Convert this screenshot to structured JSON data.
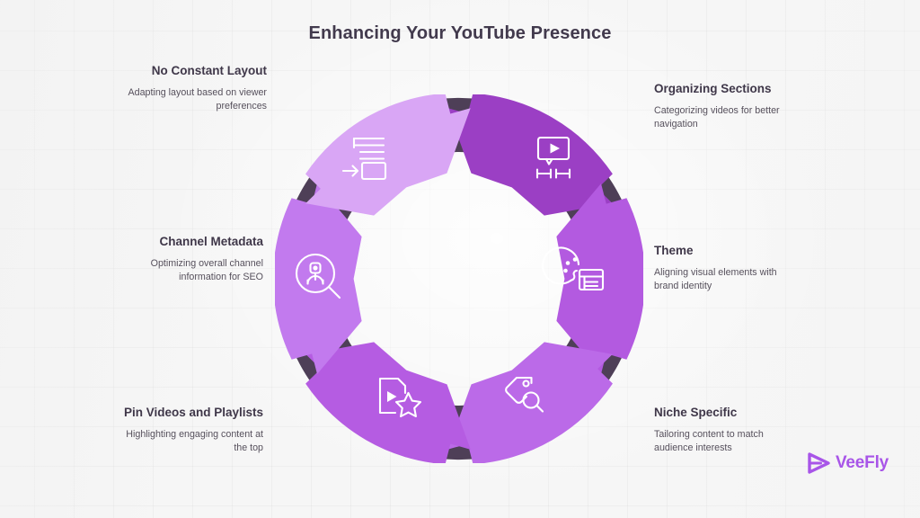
{
  "page": {
    "title": "Enhancing Your YouTube Presence",
    "background": "#f6f6f6"
  },
  "colors": {
    "title_text": "#423a4d",
    "label_title_text": "#3f3749",
    "label_desc_text": "#56505c",
    "connector_dark": "#4e3f57",
    "brand_purple": "#a855e8"
  },
  "diagram": {
    "type": "cycle",
    "segment_count": 6,
    "segments": [
      {
        "id": "organizing-sections",
        "position": "top-right",
        "color": "#9b3fc4",
        "icon": "video-sections-icon",
        "title": "Organizing Sections",
        "description": "Categorizing videos for better navigation"
      },
      {
        "id": "theme",
        "position": "right",
        "color": "#b35ae0",
        "icon": "palette-layout-icon",
        "title": "Theme",
        "description": "Aligning visual elements with brand identity"
      },
      {
        "id": "niche-specific",
        "position": "bottom-right",
        "color": "#bb6ae8",
        "icon": "tag-search-icon",
        "title": "Niche Specific",
        "description": "Tailoring content to match audience interests"
      },
      {
        "id": "pin-videos-and-playlists",
        "position": "bottom-left",
        "color": "#b55ce2",
        "icon": "video-star-document-icon",
        "title": "Pin Videos and Playlists",
        "description": "Highlighting engaging content at the top"
      },
      {
        "id": "channel-metadata",
        "position": "left",
        "color": "#c27aee",
        "icon": "user-search-icon",
        "title": "Channel Metadata",
        "description": "Optimizing overall channel information for SEO"
      },
      {
        "id": "no-constant-layout",
        "position": "top-left",
        "color": "#d9a6f5",
        "icon": "layout-arrow-icon",
        "title": "No Constant Layout",
        "description": "Adapting layout based on viewer preferences"
      }
    ]
  },
  "labels": {
    "no_constant_layout": {
      "title": "No Constant Layout",
      "description": "Adapting layout based on viewer preferences"
    },
    "channel_metadata": {
      "title": "Channel Metadata",
      "description": "Optimizing overall channel information for SEO"
    },
    "pin_videos": {
      "title": "Pin Videos and Playlists",
      "description": "Highlighting engaging content at the top"
    },
    "organizing_sections": {
      "title": "Organizing Sections",
      "description": "Categorizing videos for better navigation"
    },
    "theme": {
      "title": "Theme",
      "description": "Aligning visual elements with brand identity"
    },
    "niche_specific": {
      "title": "Niche Specific",
      "description": "Tailoring content to match audience interests"
    }
  },
  "brand": {
    "name": "VeeFly",
    "logo_icon": "play-triangle-icon"
  }
}
